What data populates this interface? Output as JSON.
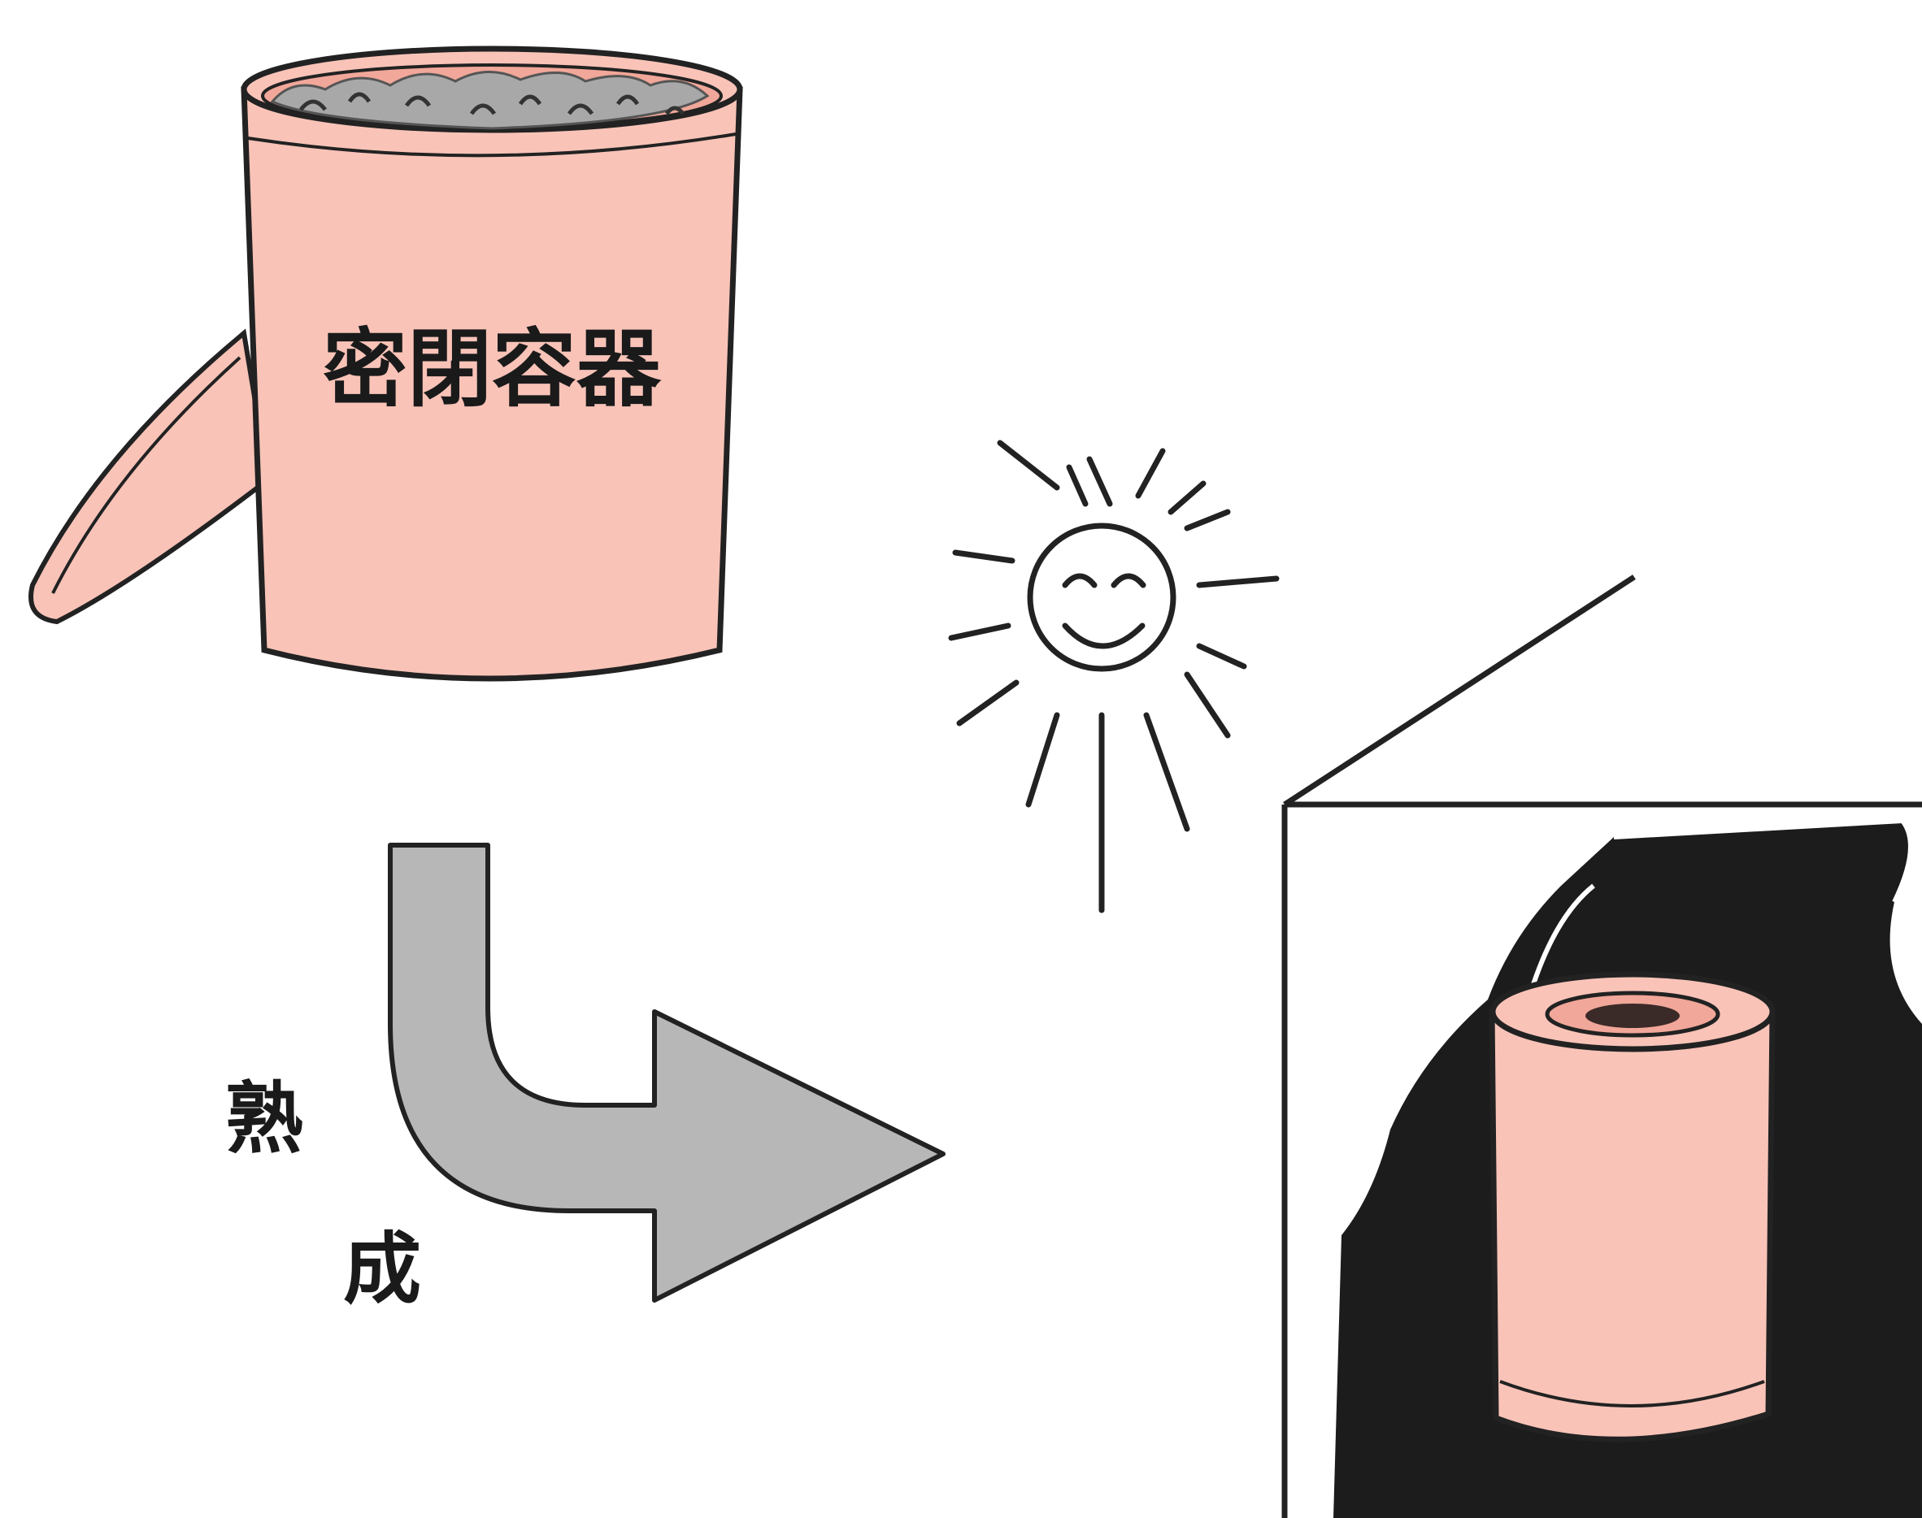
{
  "container_label": "密閉容器",
  "process_label": {
    "char1": "熟",
    "char2": "成"
  },
  "icons": {
    "container": "sealed-container-icon",
    "lid": "container-lid-icon",
    "sun": "smiling-sun-icon",
    "arrow": "curved-arrow-icon",
    "cabinet": "dark-cabinet-icon"
  },
  "colors": {
    "container_fill": "#f9c3b8",
    "contents_fill": "#a8a8a8",
    "arrow_fill": "#b7b7b7",
    "cabinet_fill": "#1c1c1c",
    "outline": "#222222",
    "background": "#ffffff"
  }
}
